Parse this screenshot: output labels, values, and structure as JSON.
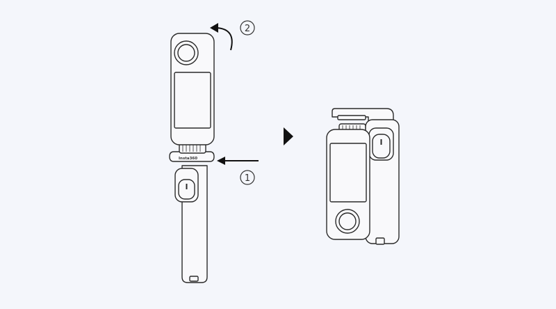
{
  "steps": [
    {
      "number": "①",
      "action": "push-in-arrow"
    },
    {
      "number": "②",
      "action": "rotate-arrow"
    }
  ],
  "clamp_label": "Insta360",
  "colors": {
    "background": "#f4f6fb",
    "device_fill": "#f9f9fb",
    "stroke": "#2a2a2a",
    "arrow": "#111111"
  },
  "icons": [
    "arrow-left-icon",
    "curved-arrow-icon",
    "play-triangle-icon"
  ]
}
